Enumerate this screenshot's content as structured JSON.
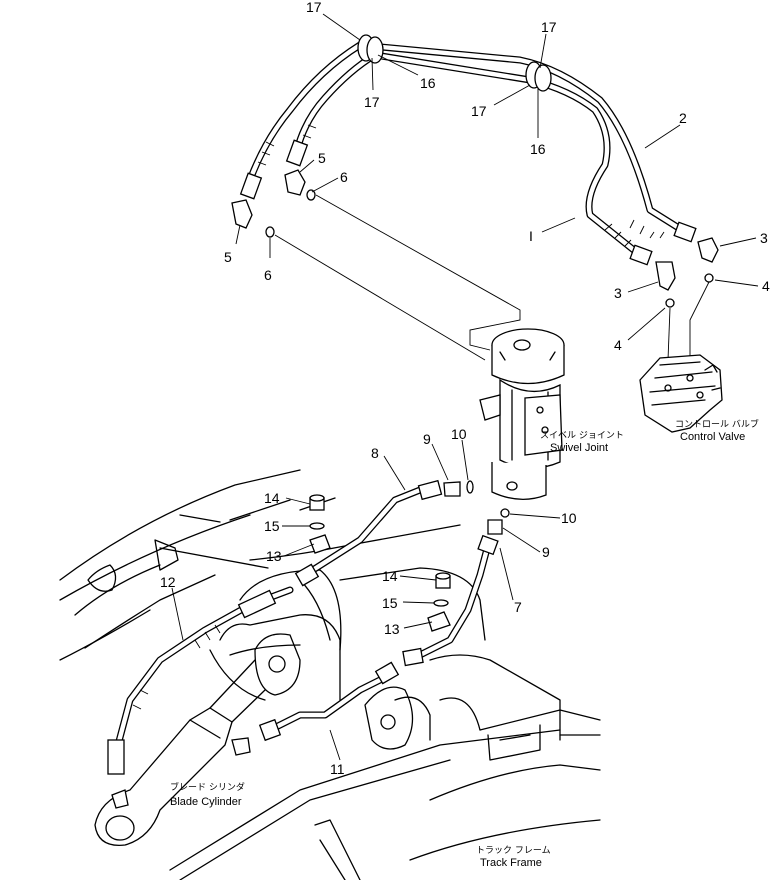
{
  "callouts": {
    "c17_top_left": "17",
    "c17_mid_left": "17",
    "c16_left": "16",
    "c17_top_right": "17",
    "c17_mid_right": "17",
    "c16_right": "16",
    "c2": "2",
    "c1": "I",
    "c3_right": "3",
    "c3_left": "3",
    "c4_right": "4",
    "c4_left": "4",
    "c5_upper": "5",
    "c5_lower": "5",
    "c6_upper": "6",
    "c6_lower": "6",
    "c7": "7",
    "c8": "8",
    "c9_upper": "9",
    "c9_lower": "9",
    "c10_upper": "10",
    "c10_lower": "10",
    "c11": "11",
    "c12": "12",
    "c13_left": "13",
    "c13_right": "13",
    "c14_left": "14",
    "c14_right": "14",
    "c15_left": "15",
    "c15_right": "15"
  },
  "labels": {
    "control_valve_jp": "コントロール バルブ",
    "control_valve_en": "Control Valve",
    "swivel_joint_jp": "スイベル ジョイント",
    "swivel_joint_en": "Swivel Joint",
    "blade_cylinder_jp": "ブレード シリンダ",
    "blade_cylinder_en": "Blade Cylinder",
    "track_frame_jp": "トラック フレーム",
    "track_frame_en": "Track Frame"
  }
}
